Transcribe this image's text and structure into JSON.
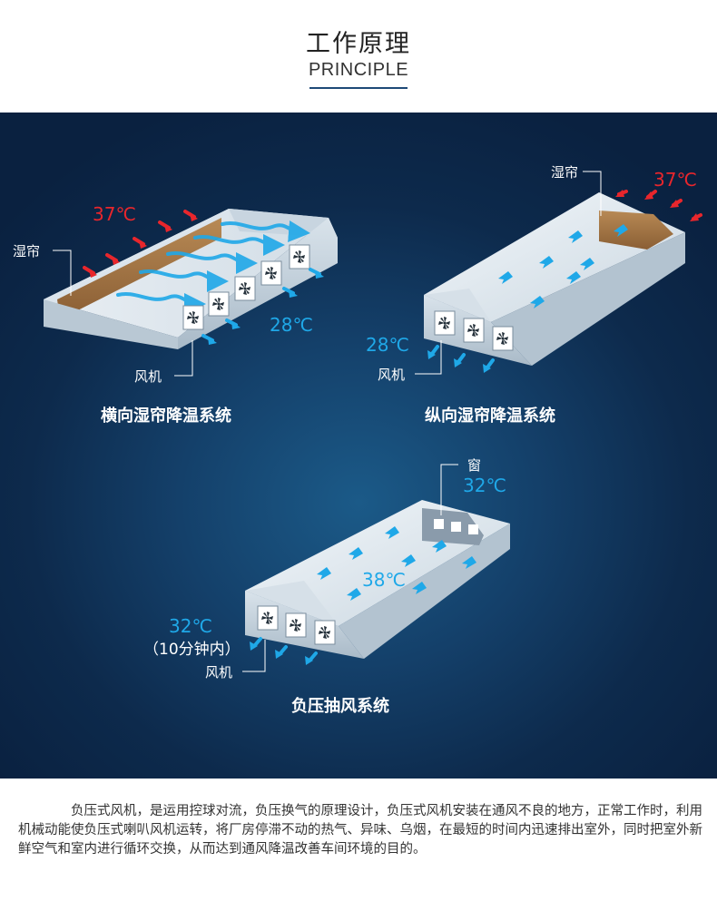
{
  "header": {
    "title_cn": "工作原理",
    "title_en": "PRINCIPLE"
  },
  "diagrams": {
    "horizontal": {
      "caption": "横向湿帘降温系统",
      "pad_label": "湿帘",
      "fan_label": "风机",
      "temp_in": "37℃",
      "temp_out": "28℃"
    },
    "vertical": {
      "caption": "纵向湿帘降温系统",
      "pad_label": "湿帘",
      "fan_label": "风机",
      "temp_in": "37℃",
      "temp_out": "28℃"
    },
    "negative": {
      "caption": "负压抽风系统",
      "window_label": "窗",
      "temp_window": "32℃",
      "temp_inside": "38℃",
      "temp_fan": "32℃",
      "fan_note": "（10分钟内）",
      "fan_label": "风机"
    }
  },
  "footer": {
    "description": "负压式风机，是运用控球对流，负压换气的原理设计，负压式风机安装在通风不良的地方，正常工作时，利用机械动能使负压式喇叭风机运转，将厂房停滞不动的热气、异味、乌烟，在最短的时间内迅速排出室外，同时把室外新鲜空气和室内进行循环交换，从而达到通风降温改善车间环境的目的。"
  },
  "colors": {
    "hot_arrow": "#e8262c",
    "cool_arrow": "#1fa8e8",
    "pad": "#a87a48",
    "background": "#12385f"
  }
}
